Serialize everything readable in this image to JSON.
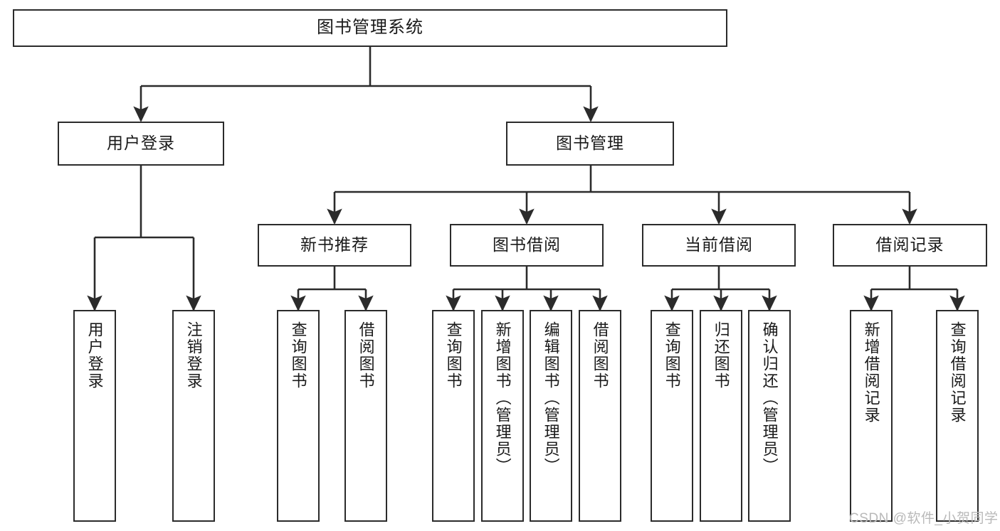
{
  "diagram": {
    "type": "tree",
    "title": "图书管理系统",
    "orientation": "top-down",
    "colors": {
      "box_border": "#2b2b2b",
      "box_fill": "#ffffff",
      "connector": "#2b2b2b",
      "text": "#1a1a1a",
      "watermark": "#b9b9b9",
      "background": "#ffffff"
    },
    "root": {
      "label": "图书管理系统"
    },
    "level2": [
      {
        "label": "用户登录"
      },
      {
        "label": "图书管理"
      }
    ],
    "level3": [
      {
        "label": "新书推荐"
      },
      {
        "label": "图书借阅"
      },
      {
        "label": "当前借阅"
      },
      {
        "label": "借阅记录"
      }
    ],
    "leaves": {
      "user_login": [
        {
          "label": "用户登录"
        },
        {
          "label": "注销登录"
        }
      ],
      "new_book_recommend": [
        {
          "label": "查询图书"
        },
        {
          "label": "借阅图书"
        }
      ],
      "book_borrow": [
        {
          "label": "查询图书"
        },
        {
          "label": "新增图书（管理员）"
        },
        {
          "label": "编辑图书（管理员）"
        },
        {
          "label": "借阅图书"
        }
      ],
      "current_borrow": [
        {
          "label": "查询图书"
        },
        {
          "label": "归还图书"
        },
        {
          "label": "确认归还（管理员）"
        }
      ],
      "borrow_record": [
        {
          "label": "新增借阅记录"
        },
        {
          "label": "查询借阅记录"
        }
      ]
    }
  },
  "watermark": {
    "text": "CSDN @软件_小贺同学"
  }
}
